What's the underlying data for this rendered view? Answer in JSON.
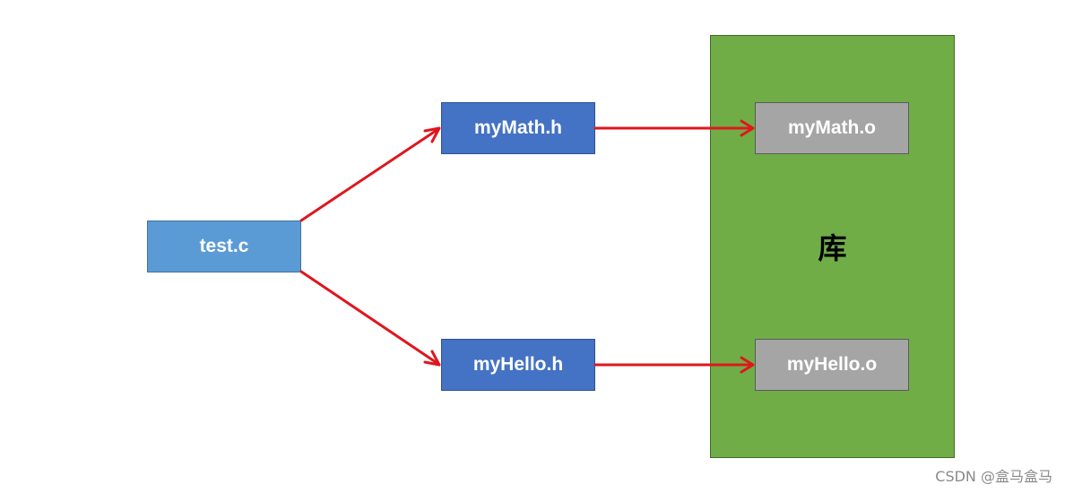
{
  "nodes": {
    "test_c": "test.c",
    "mymath_h": "myMath.h",
    "myhello_h": "myHello.h",
    "mymath_o": "myMath.o",
    "myhello_o": "myHello.o"
  },
  "library": {
    "label": "库"
  },
  "watermark": "CSDN @盒马盒马",
  "colors": {
    "source_file": "#5b9bd5",
    "header_file": "#4472c4",
    "object_file": "#a5a5a5",
    "library": "#70ad47",
    "arrow": "#e0161d"
  }
}
